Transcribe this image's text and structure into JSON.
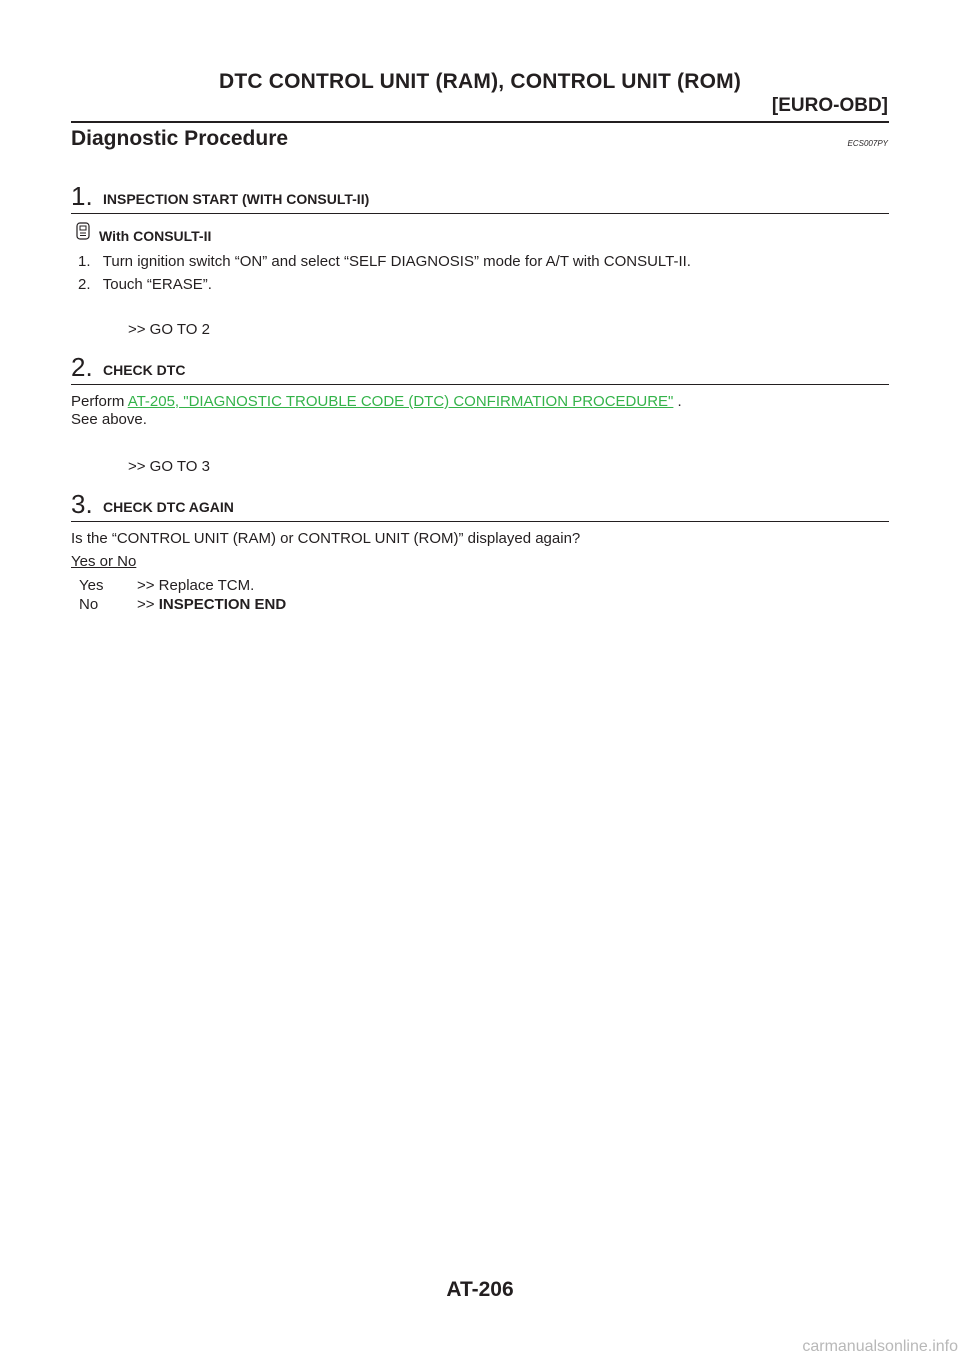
{
  "header": {
    "title": "DTC CONTROL UNIT (RAM), CONTROL UNIT (ROM)",
    "subtitle": "[EURO-OBD]"
  },
  "section": {
    "title": "Diagnostic Procedure",
    "code": "ECS007PY"
  },
  "steps": [
    {
      "number": "1.",
      "label": "INSPECTION START (WITH CONSULT-II)",
      "tool_label": "With CONSULT-II",
      "items": [
        "1.   Turn ignition switch “ON” and select “SELF DIAGNOSIS” mode for A/T with CONSULT-II.",
        "2.   Touch “ERASE”."
      ],
      "goto": ">> GO TO 2"
    },
    {
      "number": "2.",
      "label": "CHECK DTC",
      "perform_prefix": "Perform ",
      "link_text": "AT-205, \"DIAGNOSTIC TROUBLE CODE (DTC) CONFIRMATION PROCEDURE\"",
      "perform_suffix": " .",
      "note": "See above.",
      "goto": ">> GO TO 3"
    },
    {
      "number": "3.",
      "label": "CHECK DTC AGAIN",
      "question": "Is the “CONTROL UNIT (RAM) or CONTROL UNIT (ROM)” displayed again?",
      "yes_no_heading": "Yes or No",
      "yes_key": "Yes",
      "yes_action": ">> Replace TCM.",
      "no_key": "No",
      "no_action_prefix": ">> ",
      "no_action": "INSPECTION END"
    }
  ],
  "footer": {
    "page_number": "AT-206"
  },
  "watermark": "carmanualsonline.info",
  "colors": {
    "text": "#231f20",
    "link": "#34b34a",
    "watermark": "#b8b8b8"
  },
  "icons": {
    "consult": "consult-tester-icon"
  }
}
